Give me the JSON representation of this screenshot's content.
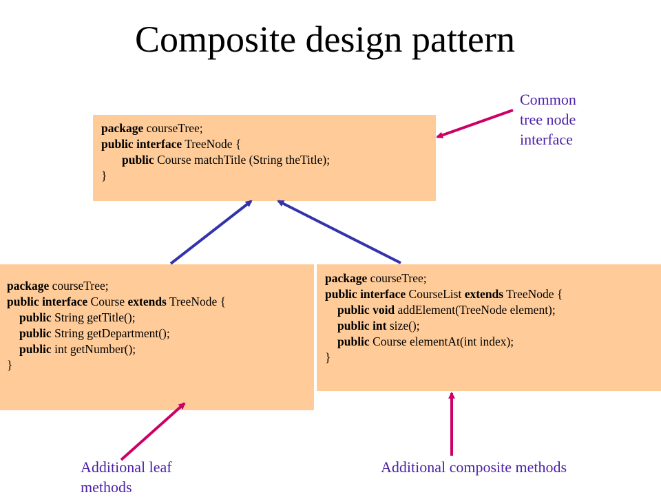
{
  "title": "Composite design pattern",
  "colors": {
    "box_fill": "#FFCC99",
    "note_text": "#4B1FA8",
    "inheritance_arrow": "#3333AA",
    "annotation_arrow": "#CC0066"
  },
  "boxes": {
    "treenode": {
      "lines": [
        [
          {
            "t": "package",
            "b": true
          },
          {
            "t": " courseTree;",
            "b": false
          }
        ],
        [
          {
            "t": "public interface",
            "b": true
          },
          {
            "t": " TreeNode  {",
            "b": false
          }
        ],
        [
          {
            "t": "public",
            "b": true
          },
          {
            "t": " Course matchTitle (String theTitle);",
            "b": false
          }
        ],
        [
          {
            "t": "}",
            "b": false
          }
        ]
      ],
      "indented": [
        false,
        false,
        true,
        false
      ]
    },
    "course": {
      "lines": [
        [
          {
            "t": "package",
            "b": true
          },
          {
            "t": " courseTree;",
            "b": false
          }
        ],
        [
          {
            "t": "public interface",
            "b": true
          },
          {
            "t": " Course ",
            "b": false
          },
          {
            "t": "extends",
            "b": true
          },
          {
            "t": " TreeNode {",
            "b": false
          }
        ],
        [
          {
            "t": "public",
            "b": true
          },
          {
            "t": " String getTitle();",
            "b": false
          }
        ],
        [
          {
            "t": "public",
            "b": true
          },
          {
            "t": " String getDepartment();",
            "b": false
          }
        ],
        [
          {
            "t": "public",
            "b": true
          },
          {
            "t": " int getNumber();",
            "b": false
          }
        ],
        [
          {
            "t": "}",
            "b": false
          }
        ]
      ],
      "indented": [
        false,
        false,
        true,
        true,
        true,
        false
      ]
    },
    "courselist": {
      "lines": [
        [
          {
            "t": "package",
            "b": true
          },
          {
            "t": " courseTree;",
            "b": false
          }
        ],
        [
          {
            "t": "public interface",
            "b": true
          },
          {
            "t": " CourseList ",
            "b": false
          },
          {
            "t": "extends",
            "b": true
          },
          {
            "t": " TreeNode {",
            "b": false
          }
        ],
        [
          {
            "t": "public void",
            "b": true
          },
          {
            "t": " addElement(TreeNode  element);",
            "b": false
          }
        ],
        [
          {
            "t": "public int",
            "b": true
          },
          {
            "t": " size();",
            "b": false
          }
        ],
        [
          {
            "t": "public",
            "b": true
          },
          {
            "t": " Course elementAt(int index);",
            "b": false
          }
        ],
        [
          {
            "t": "}",
            "b": false
          }
        ]
      ],
      "indented": [
        false,
        false,
        true,
        true,
        true,
        false
      ]
    }
  },
  "notes": {
    "common": [
      "Common",
      "tree node",
      "interface"
    ],
    "leaf": [
      "Additional leaf",
      "methods"
    ],
    "composite": [
      "Additional composite methods"
    ]
  }
}
